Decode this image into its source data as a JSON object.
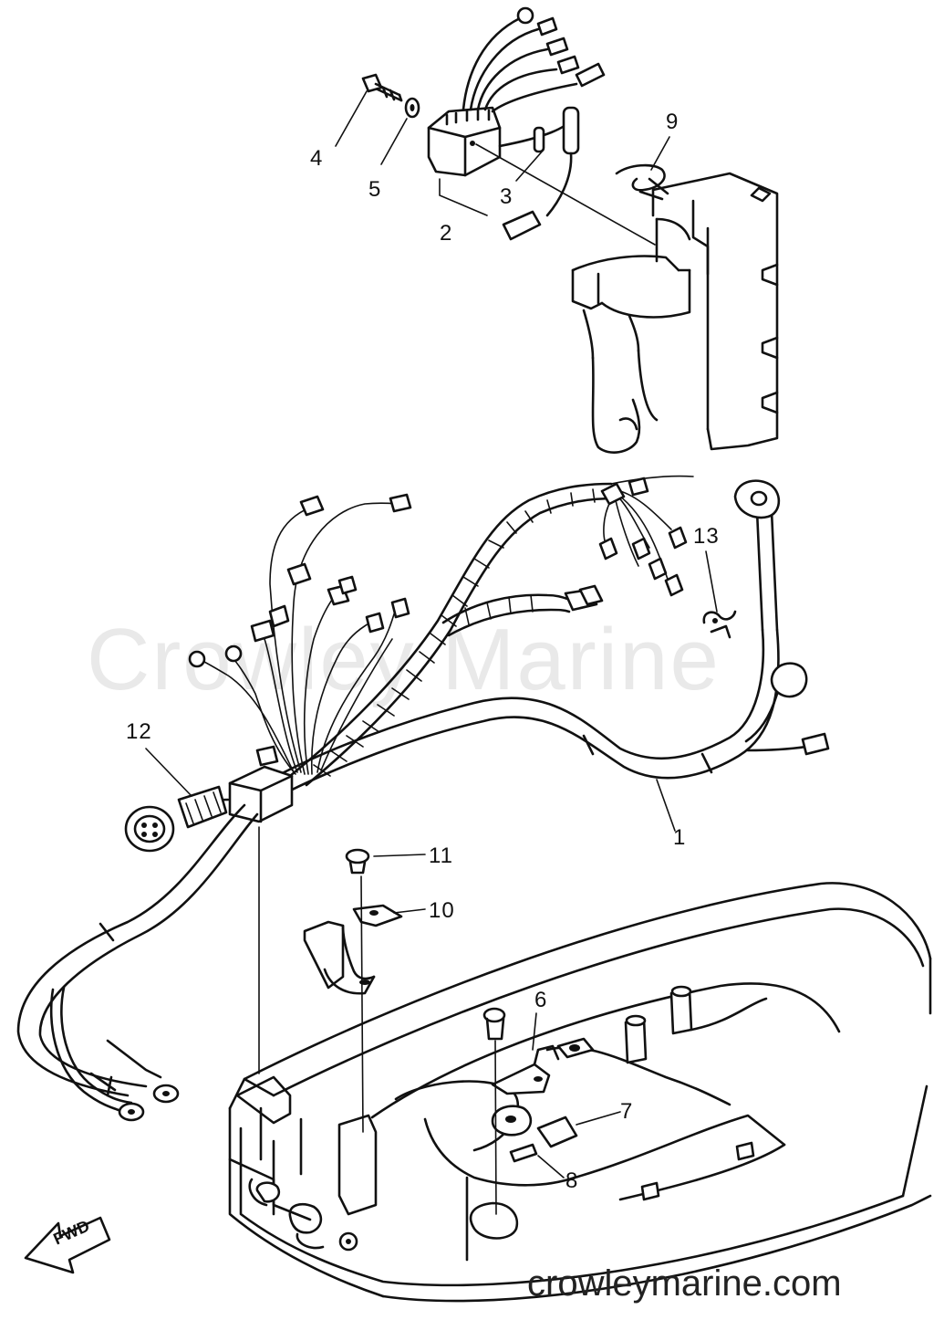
{
  "watermark": "Crowley Marine",
  "website": "crowleymarine.com",
  "fwd_label": "FWD",
  "callouts": {
    "c1": "1",
    "c2": "2",
    "c3": "3",
    "c4": "4",
    "c5": "5",
    "c6": "6",
    "c7": "7",
    "c8": "8",
    "c9": "9",
    "c10": "10",
    "c11": "11",
    "c12": "12",
    "c13": "13"
  }
}
